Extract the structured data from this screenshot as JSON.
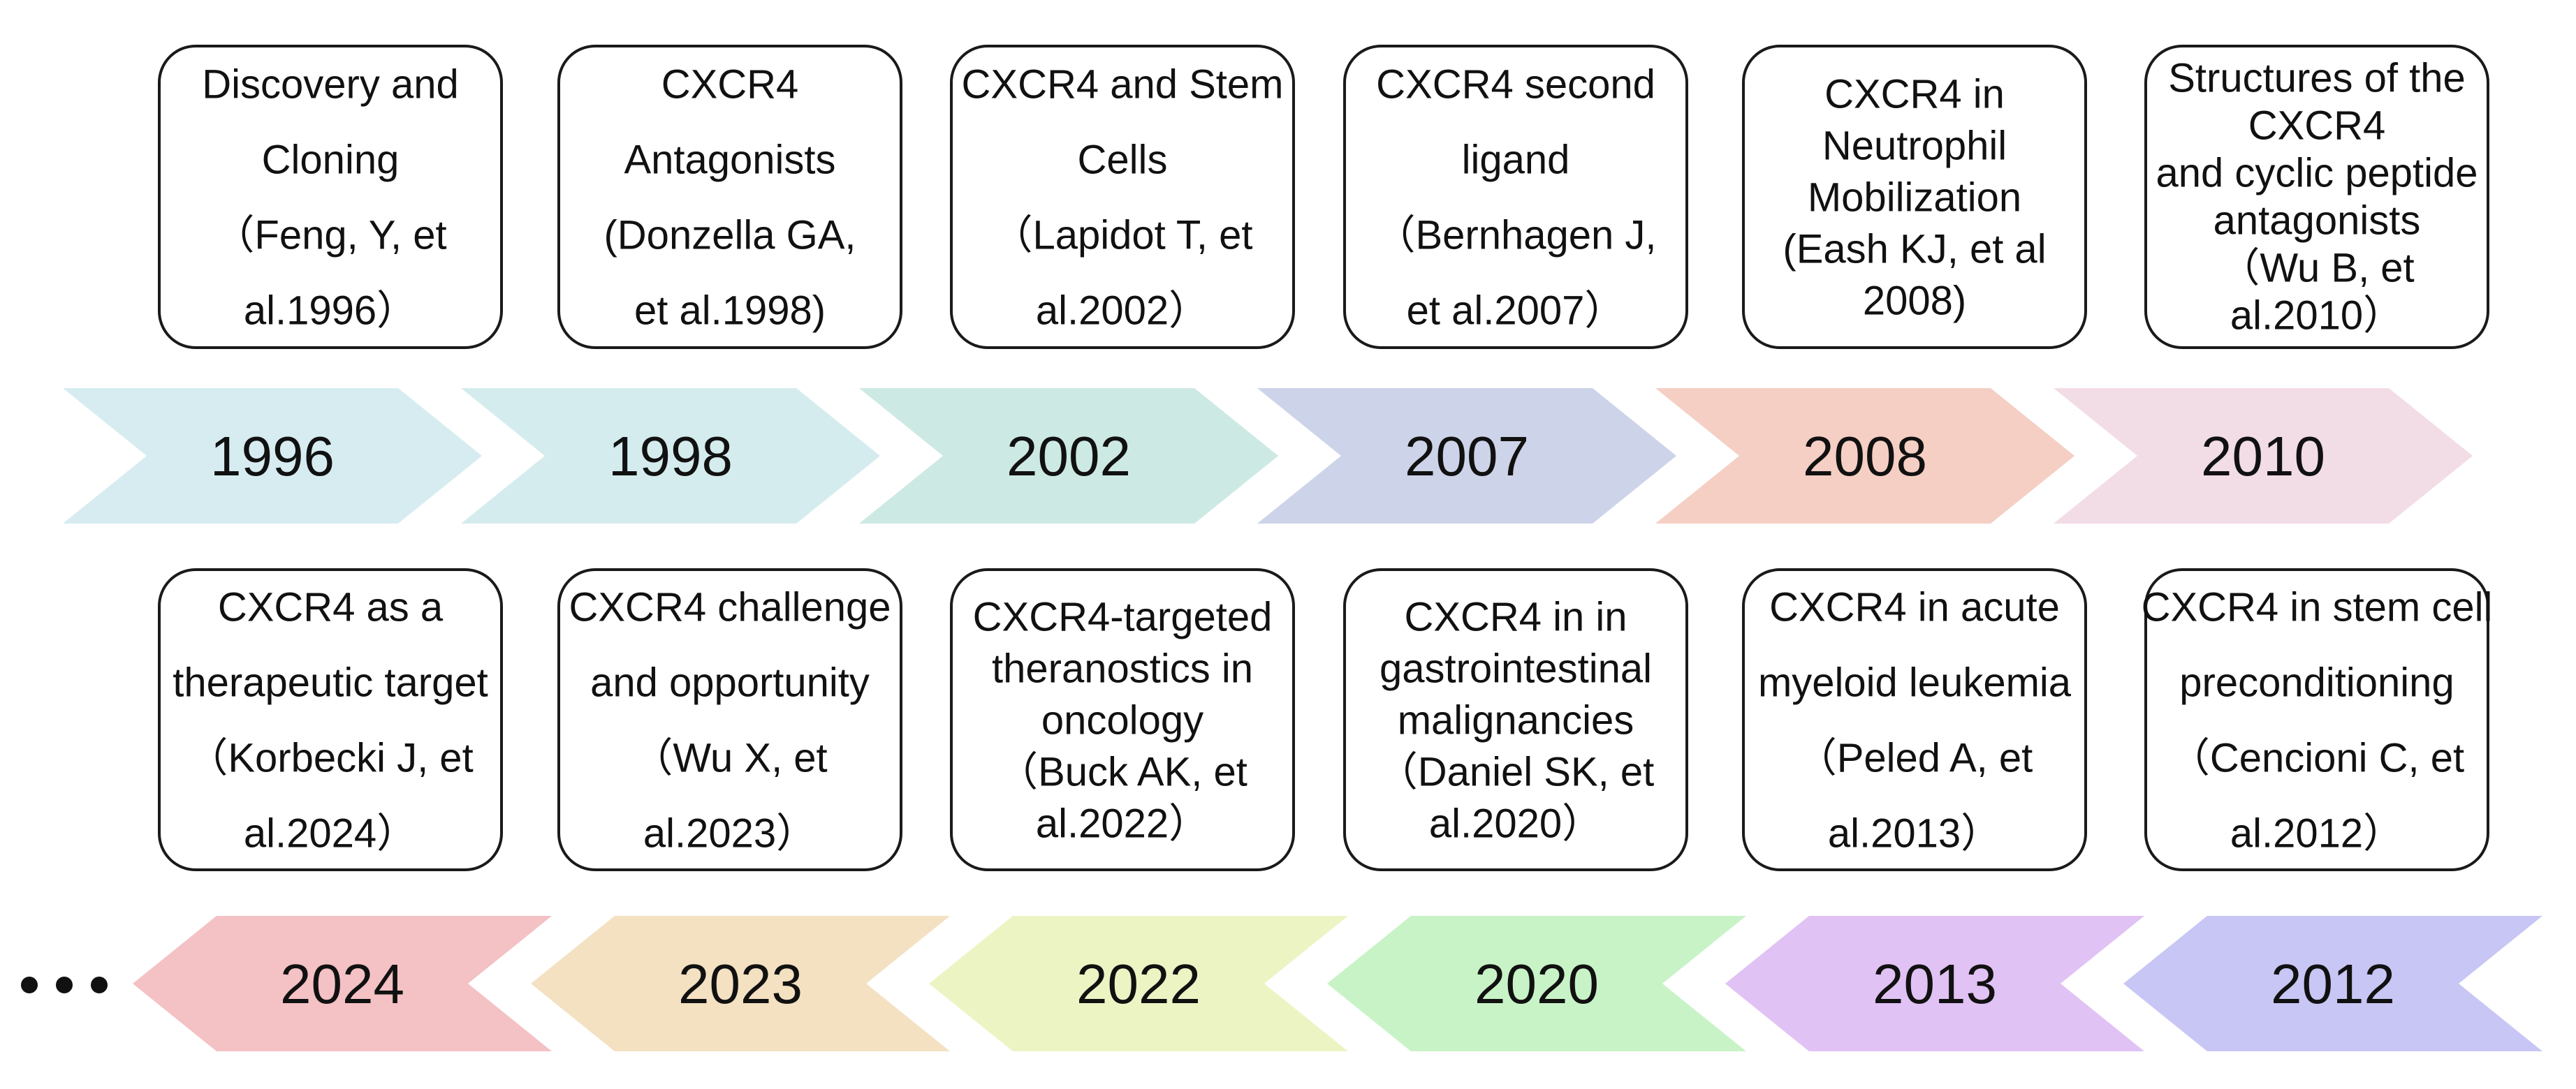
{
  "timeline": {
    "top_row": [
      {
        "year": "1996",
        "color": "#d6ecf0",
        "text": [
          "Discovery and",
          "Cloning",
          "（Feng, Y, et",
          "al.1996）"
        ]
      },
      {
        "year": "1998",
        "color": "#d5ecee",
        "text": [
          "CXCR4",
          "Antagonists",
          "(Donzella GA,",
          "et al.1998)"
        ]
      },
      {
        "year": "2002",
        "color": "#cde9e3",
        "text": [
          "CXCR4 and Stem",
          "Cells",
          "（Lapidot T, et",
          "al.2002）"
        ]
      },
      {
        "year": "2007",
        "color": "#cdd3e8",
        "text": [
          "CXCR4 second",
          "ligand",
          "（Bernhagen J,",
          "et al.2007）"
        ]
      },
      {
        "year": "2008",
        "color": "#f5cfc4",
        "text": [
          "CXCR4 in",
          "Neutrophil",
          "Mobilization",
          "(Eash KJ, et al",
          "2008)"
        ]
      },
      {
        "year": "2010",
        "color": "#f2dce6",
        "text": [
          "Structures of the",
          "CXCR4",
          "and cyclic peptide",
          "antagonists",
          "（Wu B, et",
          "al.2010）"
        ]
      }
    ],
    "bottom_row": [
      {
        "year": "2024",
        "color": "#f4c1c4",
        "text": [
          "CXCR4 as a",
          "therapeutic target",
          "（Korbecki J, et",
          "al.2024）"
        ]
      },
      {
        "year": "2023",
        "color": "#f3e1c2",
        "text": [
          "CXCR4 challenge",
          "and opportunity",
          "（Wu X, et",
          "al.2023）"
        ]
      },
      {
        "year": "2022",
        "color": "#edf4c4",
        "text": [
          "CXCR4-targeted",
          "theranostics in",
          "oncology",
          "（Buck AK, et",
          "al.2022）"
        ]
      },
      {
        "year": "2020",
        "color": "#c8f3c7",
        "text": [
          "CXCR4 in in",
          "gastrointestinal",
          "malignancies",
          "（Daniel SK, et",
          "al.2020）"
        ]
      },
      {
        "year": "2013",
        "color": "#e1c2f4",
        "text": [
          "CXCR4 in acute",
          "myeloid leukemia",
          "（Peled A, et",
          "al.2013）"
        ]
      },
      {
        "year": "2012",
        "color": "#c8c6f4",
        "text": [
          "CXCR4 in stem cell",
          "preconditioning",
          "（Cencioni C, et",
          "al.2012）"
        ]
      }
    ],
    "continuation_marker": "•••"
  }
}
